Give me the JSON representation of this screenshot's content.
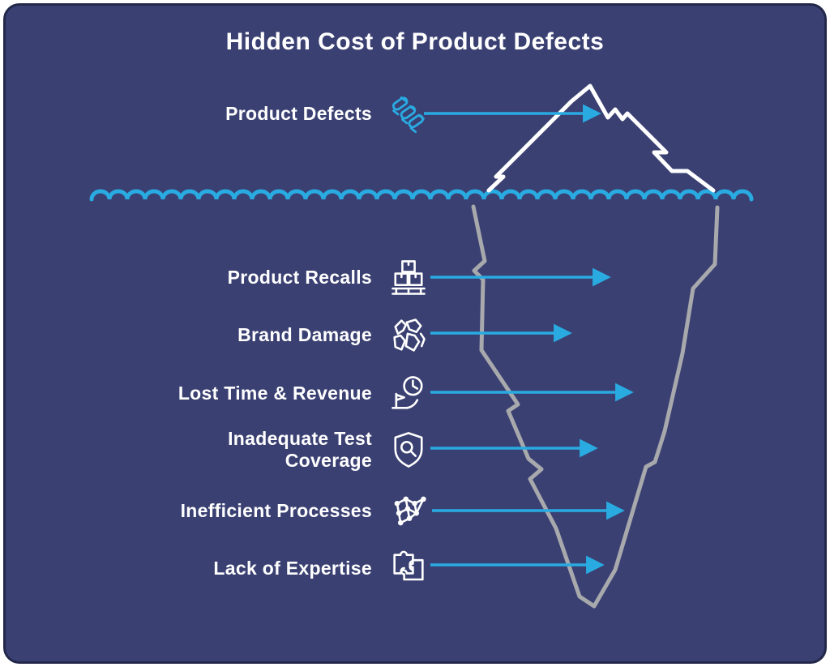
{
  "title": "Hidden Cost of Product Defects",
  "colors": {
    "background": "#3a4072",
    "border": "#23284a",
    "accent": "#29abe2",
    "iceberg_above": "#ffffff",
    "iceberg_below": "#a7a9ac",
    "text": "#ffffff"
  },
  "surface": {
    "label": "Product Defects",
    "icon": "bugs-defects-icon"
  },
  "underwater": [
    {
      "label": "Product Recalls",
      "icon": "boxes-pallet-icon"
    },
    {
      "label": "Brand Damage",
      "icon": "shattered-pieces-icon"
    },
    {
      "label": "Lost Time & Revenue",
      "icon": "clock-flag-icon"
    },
    {
      "label": "Inadequate Test Coverage",
      "icon": "shield-magnifier-icon"
    },
    {
      "label": "Inefficient Processes",
      "icon": "network-dots-icon"
    },
    {
      "label": "Lack of Expertise",
      "icon": "puzzle-pieces-icon"
    }
  ]
}
